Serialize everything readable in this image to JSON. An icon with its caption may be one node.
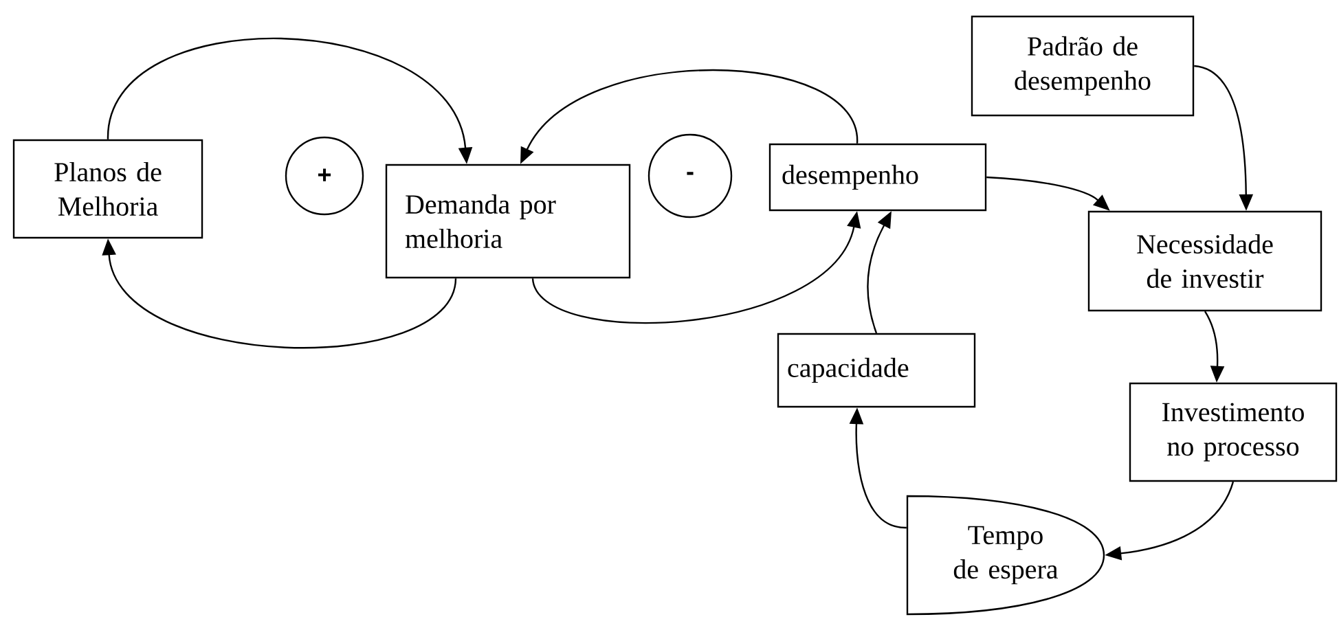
{
  "diagram": {
    "nodes": [
      {
        "text": [
          "Planos de Melhoria"
        ]
      },
      {
        "text": [
          "+"
        ]
      },
      {
        "text": [
          "Demanda por melhoria"
        ]
      },
      {
        "text": [
          "-"
        ]
      },
      {
        "text": [
          "desempenho"
        ]
      },
      {
        "text": [
          "Padrão de desempenho"
        ]
      },
      {
        "text": [
          "Necessidade de investir"
        ]
      },
      {
        "text": [
          "capacidade"
        ]
      },
      {
        "text": [
          "Investimento no processo"
        ]
      },
      {
        "text": [
          "Tempo de espera"
        ]
      }
    ],
    "edges": [
      {
        "from": 0,
        "to": 2,
        "arrow": "to"
      },
      {
        "from": 2,
        "to": 0,
        "arrow": "to"
      },
      {
        "from": 4,
        "to": 2,
        "arrow": "to"
      },
      {
        "from": 2,
        "to": 4,
        "arrow": "to"
      },
      {
        "from": 4,
        "to": 6,
        "arrow": "to"
      },
      {
        "from": 5,
        "to": 6,
        "arrow": "to"
      },
      {
        "from": 6,
        "to": 8,
        "arrow": "to"
      },
      {
        "from": 8,
        "to": 9,
        "arrow": "to"
      },
      {
        "from": 9,
        "to": 7,
        "arrow": "to"
      },
      {
        "from": 7,
        "to": 4,
        "arrow": "to"
      }
    ]
  }
}
